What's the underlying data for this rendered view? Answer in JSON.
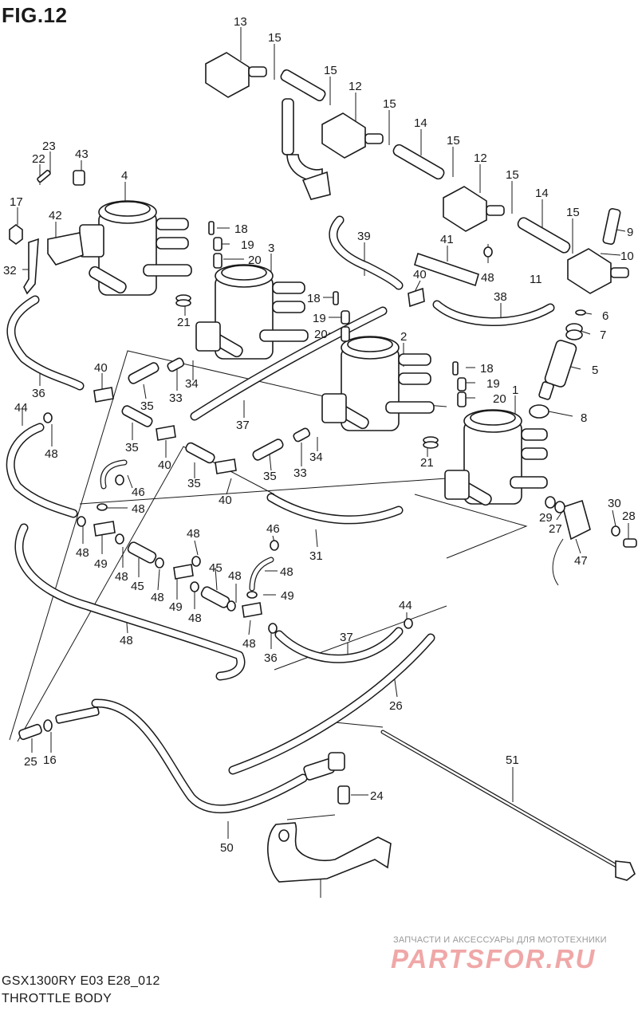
{
  "figure": {
    "title": "FIG.12",
    "model_code": "GSX1300RY E03 E28_012",
    "name": "THROTTLE BODY"
  },
  "watermark": {
    "caption": "ЗАПЧАСТИ И АКСЕССУАРЫ ДЛЯ МОТОТЕХНИКИ",
    "brand": "PARTSFOR.RU",
    "color": "#f0a7a7"
  },
  "callouts": [
    "13",
    "15",
    "15",
    "12",
    "15",
    "14",
    "15",
    "12",
    "15",
    "14",
    "15",
    "9",
    "10",
    "11",
    "23",
    "22",
    "43",
    "4",
    "17",
    "42",
    "32",
    "18",
    "19",
    "20",
    "3",
    "21",
    "18",
    "19",
    "20",
    "39",
    "41",
    "48",
    "40",
    "38",
    "6",
    "7",
    "5",
    "8",
    "2",
    "18",
    "19",
    "20",
    "1",
    "40",
    "36",
    "35",
    "33",
    "34",
    "37",
    "44",
    "48",
    "35",
    "40",
    "35",
    "40",
    "34",
    "33",
    "35",
    "21",
    "46",
    "48",
    "48",
    "49",
    "48",
    "45",
    "48",
    "49",
    "48",
    "45",
    "48",
    "48",
    "46",
    "48",
    "49",
    "48",
    "36",
    "31",
    "30",
    "28",
    "29",
    "27",
    "47",
    "48",
    "44",
    "37",
    "26",
    "25",
    "16",
    "51",
    "24",
    "50"
  ]
}
